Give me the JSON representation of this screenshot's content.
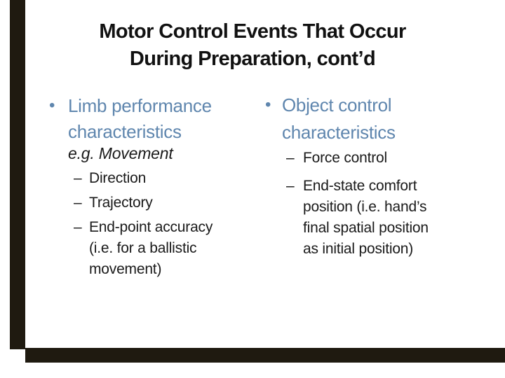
{
  "slide": {
    "colors": {
      "background": "#ffffff",
      "border": "#1f1a10",
      "title_text": "#111111",
      "body_text": "#1a1a1a",
      "accent_blue": "#5f86ae"
    },
    "title": {
      "line1": "Motor Control Events That Occur",
      "line2": "During Preparation, cont’d"
    },
    "left_column": {
      "bullet": "•",
      "heading_line1": "Limb performance",
      "heading_line2": "characteristics",
      "example": "e.g. Movement",
      "items": [
        {
          "dash": "–",
          "line1": "Direction"
        },
        {
          "dash": "–",
          "line1": "Trajectory"
        },
        {
          "dash": "–",
          "line1": "End-point accuracy",
          "line2": "(i.e. for a ballistic",
          "line3": "movement)"
        }
      ]
    },
    "right_column": {
      "bullet": "•",
      "heading_line1": "Object control",
      "heading_line2": "characteristics",
      "items": [
        {
          "dash": "–",
          "line1": "Force control"
        },
        {
          "dash": "–",
          "line1": "End-state comfort",
          "line2": "position (i.e. hand’s",
          "line3": "final spatial position",
          "line4": "as initial position)"
        }
      ]
    }
  }
}
